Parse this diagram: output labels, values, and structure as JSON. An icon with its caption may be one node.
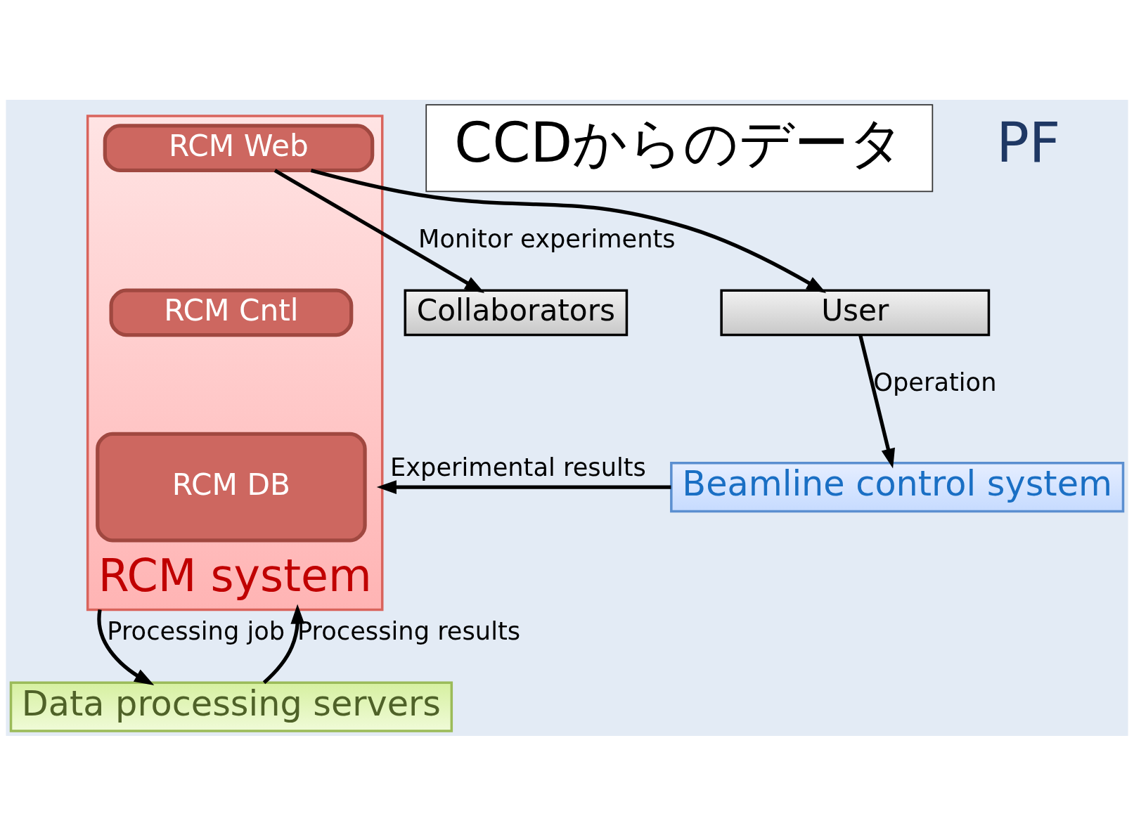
{
  "diagram": {
    "nodes": [
      {
        "text": [
          "Collaborators"
        ]
      },
      {
        "text": [
          "User"
        ]
      },
      {
        "text": [
          "RCM system"
        ]
      },
      {
        "text": [
          "RCM Web"
        ],
        "in": 2
      },
      {
        "text": [
          "RCM Cntl"
        ],
        "in": 2
      },
      {
        "text": [
          "RCM DB"
        ],
        "in": 2
      },
      {
        "text": [
          "Beamline control system"
        ]
      },
      {
        "text": [
          "CCDからのデータ"
        ]
      },
      {
        "text": [
          "Data processing servers"
        ]
      }
    ],
    "edges": [
      {
        "from": 3,
        "to": 0,
        "arrow": "to",
        "label": "Monitor experiments"
      },
      {
        "from": 3,
        "to": 1,
        "arrow": "to"
      },
      {
        "from": 1,
        "to": 6,
        "arrow": "to",
        "label": "Operation"
      },
      {
        "from": 6,
        "to": 2,
        "arrow": "to",
        "label": "Experimental results"
      },
      {
        "from": 2,
        "to": 8,
        "arrow": "to",
        "label": "Processing job"
      },
      {
        "from": 8,
        "to": 2,
        "arrow": "to",
        "label": "Processing results"
      }
    ],
    "labels": [
      "PF"
    ]
  }
}
